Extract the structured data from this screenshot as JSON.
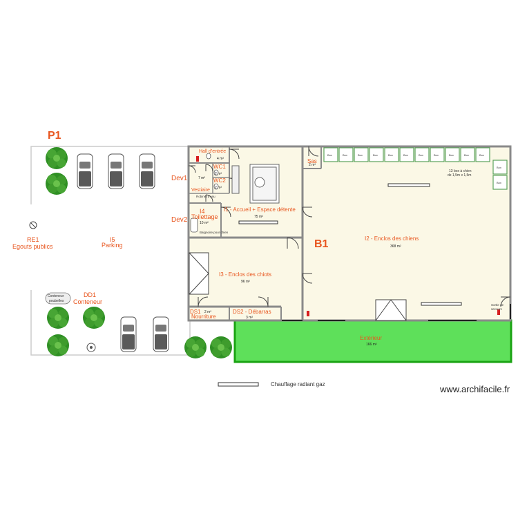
{
  "plan": {
    "labels": {
      "p1": "P1",
      "b1": "B1",
      "hall": "Hall d'entrée",
      "hall_area": "4 m²",
      "wc1": "WC1",
      "wc1_area": "2 m²",
      "wc2": "WC2",
      "wc2_area": "2 m²",
      "vest": "Vestiaire",
      "vest_area": "7 m²",
      "robinet": "Robinet d'eau",
      "dev1": "Dev1",
      "dev2": "Dev2",
      "i4": "I4",
      "toilettage": "Toilettage",
      "i4_area": "10 m²",
      "baignoire": "Baignoire pour chien",
      "i1": "I1 - Accueil + Espace détente",
      "i1_area": "75 m²",
      "sas": "Sas",
      "sas_area": "2 m²",
      "i2": "I2 - Enclos des chiens",
      "i2_area": "368 m²",
      "box_note_1": "13 box à chien",
      "box_note_2": "de 1,5m x 1,5m",
      "box": "Box",
      "i3": "I3 - Enclos des chiots",
      "i3_area": "96 m²",
      "ds1": "DS1",
      "ds1_area": "2 m²",
      "nourriture": "Nourriture",
      "ds2": "DS2 - Débarras",
      "ds2_area": "3 m²",
      "sortie_1": "Sortie de",
      "sortie_2": "secours",
      "exterieur": "Extérieur",
      "ext_area": "166 m²",
      "re1": "RE1",
      "egouts": "Egouts publics",
      "i5": "I5",
      "parking": "Parking",
      "dd1": "DD1",
      "conteneur": "Conteneur",
      "conteneur_sign_1": "Conteneur",
      "conteneur_sign_2": "poubelles",
      "legend": "Chauffage radiant gaz",
      "watermark": "www.archifacile.fr"
    },
    "colors": {
      "label": "#e8561f",
      "wall": "#8a8a8a",
      "floor": "#fbf8e6",
      "grass": "#5ee05a",
      "grass_border": "#1aa313",
      "tree": "#2f8f24",
      "tree_light": "#6ac24c"
    },
    "icons": [
      "tree-icon",
      "car-icon",
      "door-icon",
      "radiator-icon",
      "fire-extinguisher-icon",
      "sewer-icon",
      "trash-bin-icon",
      "staircase-icon",
      "kitchen-counter-icon"
    ]
  }
}
